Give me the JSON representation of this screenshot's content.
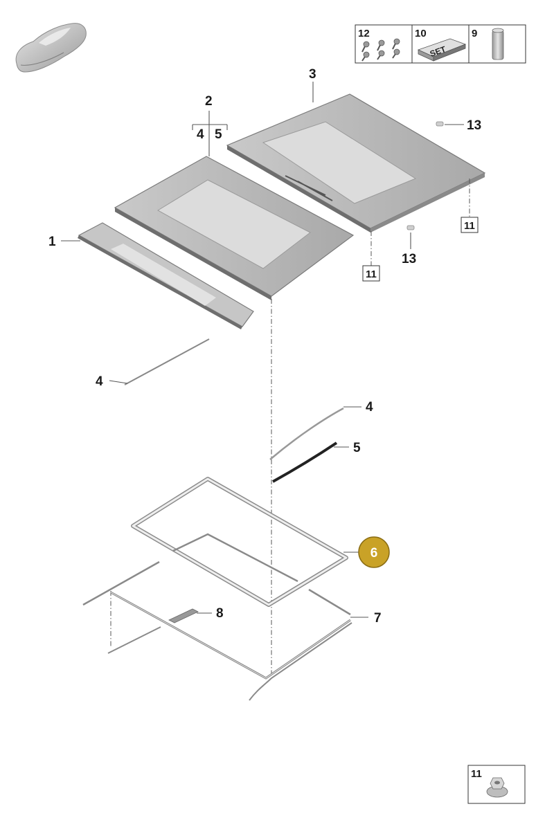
{
  "colors": {
    "panel_fill": "#bdbdbd",
    "panel_dark": "#6e6e6e",
    "glass_fill": "#dcdcdc",
    "frame_fill": "#d9d9d9",
    "highlight_callout": "#c9a227"
  },
  "icons": {
    "vehicle": "car-silhouette-icon",
    "screws": "screw-set-icon",
    "repair_set": "set-box-icon",
    "adhesive": "cartridge-icon",
    "nut": "flange-nut-icon"
  },
  "legend_boxes": {
    "top": [
      {
        "number": "12"
      },
      {
        "number": "10",
        "badge": "SET"
      },
      {
        "number": "9"
      }
    ],
    "bottom": {
      "number": "11"
    }
  },
  "group_header": {
    "number": "2",
    "sub_items": [
      "4",
      "5"
    ]
  },
  "callouts": [
    {
      "id": "1",
      "label": "1"
    },
    {
      "id": "3",
      "label": "3"
    },
    {
      "id": "13a",
      "label": "13"
    },
    {
      "id": "13b",
      "label": "13"
    },
    {
      "id": "11a",
      "label": "11"
    },
    {
      "id": "11b",
      "label": "11"
    },
    {
      "id": "4a",
      "label": "4"
    },
    {
      "id": "4b",
      "label": "4"
    },
    {
      "id": "5",
      "label": "5"
    },
    {
      "id": "6",
      "label": "6",
      "highlighted": true
    },
    {
      "id": "8",
      "label": "8"
    },
    {
      "id": "7",
      "label": "7"
    }
  ]
}
